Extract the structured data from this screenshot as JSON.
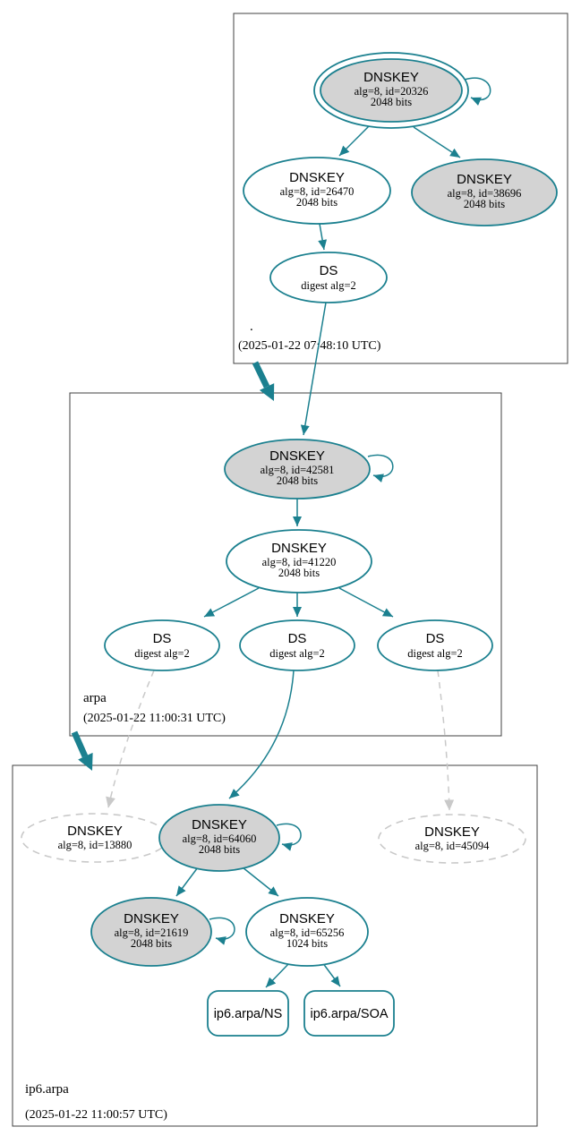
{
  "graph": {
    "colors": {
      "secure_teal": "#1b808f",
      "key_fill_gray": "#d3d3d3",
      "insecure_gray": "#c9c9c9",
      "cluster_border": "#404040",
      "text": "#000000",
      "background": "#ffffff"
    },
    "zones": [
      {
        "name": ".",
        "timestamp": "(2025-01-22 07:48:10 UTC)",
        "nodes": {
          "k20326": {
            "title": "DNSKEY",
            "attr1": "alg=8, id=20326",
            "attr2": "2048 bits"
          },
          "k26470": {
            "title": "DNSKEY",
            "attr1": "alg=8, id=26470",
            "attr2": "2048 bits"
          },
          "k38696": {
            "title": "DNSKEY",
            "attr1": "alg=8, id=38696",
            "attr2": "2048 bits"
          },
          "ds": {
            "title": "DS",
            "attr1": "digest alg=2"
          }
        }
      },
      {
        "name": "arpa",
        "timestamp": "(2025-01-22 11:00:31 UTC)",
        "nodes": {
          "k42581": {
            "title": "DNSKEY",
            "attr1": "alg=8, id=42581",
            "attr2": "2048 bits"
          },
          "k41220": {
            "title": "DNSKEY",
            "attr1": "alg=8, id=41220",
            "attr2": "2048 bits"
          },
          "ds1": {
            "title": "DS",
            "attr1": "digest alg=2"
          },
          "ds2": {
            "title": "DS",
            "attr1": "digest alg=2"
          },
          "ds3": {
            "title": "DS",
            "attr1": "digest alg=2"
          }
        }
      },
      {
        "name": "ip6.arpa",
        "timestamp": "(2025-01-22 11:00:57 UTC)",
        "nodes": {
          "k13880": {
            "title": "DNSKEY",
            "attr1": "alg=8, id=13880"
          },
          "k64060": {
            "title": "DNSKEY",
            "attr1": "alg=8, id=64060",
            "attr2": "2048 bits"
          },
          "k45094": {
            "title": "DNSKEY",
            "attr1": "alg=8, id=45094"
          },
          "k21619": {
            "title": "DNSKEY",
            "attr1": "alg=8, id=21619",
            "attr2": "2048 bits"
          },
          "k65256": {
            "title": "DNSKEY",
            "attr1": "alg=8, id=65256",
            "attr2": "1024 bits"
          },
          "rrset_ns": {
            "label": "ip6.arpa/NS"
          },
          "rrset_soa": {
            "label": "ip6.arpa/SOA"
          }
        }
      }
    ]
  }
}
